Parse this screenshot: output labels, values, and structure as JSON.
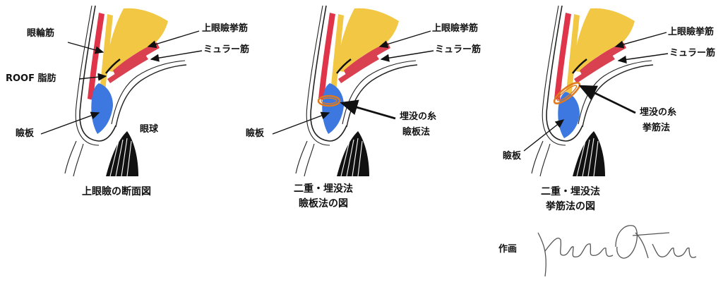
{
  "panels": [
    {
      "caption_lines": [
        "上眼瞼の断面図"
      ],
      "labels": {
        "orbicularis": "眼輪筋",
        "levator": "上眼瞼挙筋",
        "muller": "ミュラー筋",
        "roof": "ROOF 脂肪",
        "tarsus": "瞼板",
        "eyeball": "眼球"
      }
    },
    {
      "caption_lines": [
        "二重・埋没法",
        "瞼板法の図"
      ],
      "labels": {
        "levator": "上眼瞼挙筋",
        "muller": "ミュラー筋",
        "suture_line1": "埋没の糸",
        "suture_line2": "瞼板法",
        "tarsus": "瞼板"
      }
    },
    {
      "caption_lines": [
        "二重・埋没法",
        "挙筋法の図"
      ],
      "labels": {
        "levator": "上眼瞼挙筋",
        "muller": "ミュラー筋",
        "suture_line1": "埋没の糸",
        "suture_line2": "挙筋法",
        "tarsus": "瞼板"
      }
    }
  ],
  "credit": {
    "label": "作画",
    "signature": "Yutaka Otani"
  },
  "colors": {
    "fat": "#f2c744",
    "orbicularis": "#e0344a",
    "muller": "#d94050",
    "tarsus": "#3d78e0",
    "suture": "#e07a1f",
    "ink": "#111111"
  }
}
